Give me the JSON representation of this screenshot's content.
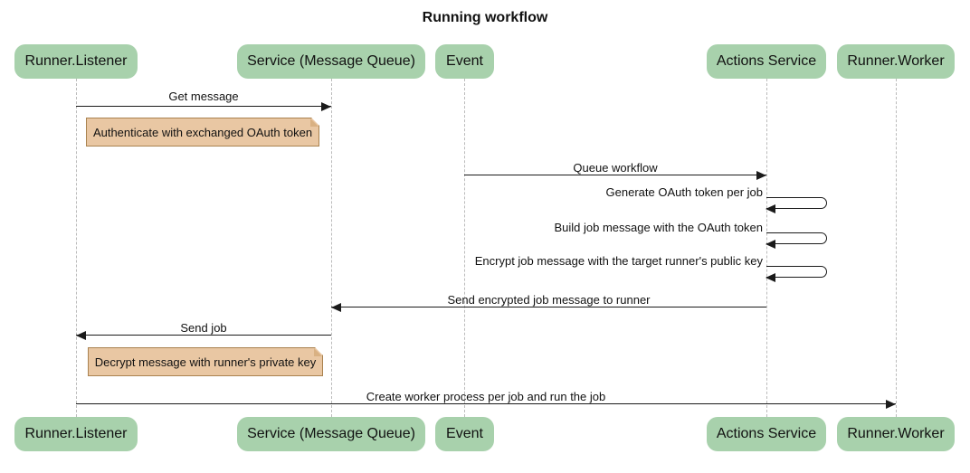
{
  "title": "Running workflow",
  "colors": {
    "participant_fill": "#A8D1AC",
    "note_fill": "#E9C7A3",
    "note_border": "#A9824F",
    "note_fold": "#D9B183",
    "lifeline_color": "#BBBBBB",
    "line_color": "#1B1B1B"
  },
  "participants": [
    {
      "id": "runner-listener",
      "label": "Runner.Listener"
    },
    {
      "id": "service-message-queue",
      "label": "Service (Message Queue)"
    },
    {
      "id": "event",
      "label": "Event"
    },
    {
      "id": "actions-service",
      "label": "Actions Service"
    },
    {
      "id": "runner-worker",
      "label": "Runner.Worker"
    }
  ],
  "messages": [
    {
      "label": "Get message",
      "from": "Runner.Listener",
      "to": "Service (Message Queue)",
      "type": "arrow"
    },
    {
      "label": "Queue workflow",
      "from": "Event",
      "to": "Actions Service",
      "type": "arrow"
    },
    {
      "label": "Generate OAuth token per job",
      "from": "Actions Service",
      "to": "Actions Service",
      "type": "self"
    },
    {
      "label": "Build job message with the OAuth token",
      "from": "Actions Service",
      "to": "Actions Service",
      "type": "self"
    },
    {
      "label": "Encrypt job message with the target runner's public key",
      "from": "Actions Service",
      "to": "Actions Service",
      "type": "self"
    },
    {
      "label": "Send encrypted job message to runner",
      "from": "Actions Service",
      "to": "Service (Message Queue)",
      "type": "arrow"
    },
    {
      "label": "Send job",
      "from": "Service (Message Queue)",
      "to": "Runner.Listener",
      "type": "arrow"
    },
    {
      "label": "Create worker process per job and run the job",
      "from": "Runner.Listener",
      "to": "Runner.Worker",
      "type": "arrow"
    }
  ],
  "notes": [
    {
      "text": "Authenticate with exchanged OAuth token",
      "over": "Runner.Listener"
    },
    {
      "text": "Decrypt message with runner's private key",
      "over": "Runner.Listener"
    }
  ]
}
